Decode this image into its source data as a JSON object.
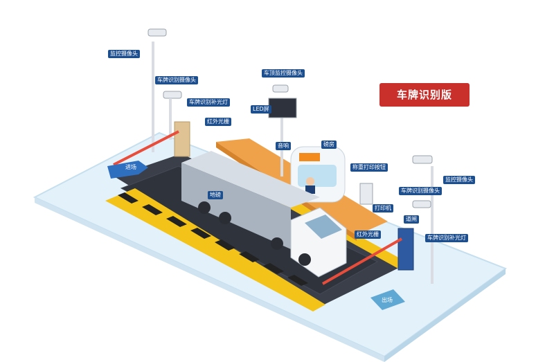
{
  "title": "车牌识别版",
  "labels": {
    "monitor_cam_left": "监控摄像头",
    "plate_cam_left": "车牌识别摄像头",
    "plate_light_left": "车牌识别补光灯",
    "ir_grating_left": "红外光栅",
    "roof_cam": "车顶监控摄像头",
    "led_screen": "LED屏",
    "speaker": "音响",
    "booth": "磅房",
    "weigh_print_btn": "称重打印按钮",
    "printer": "打印机",
    "monitor_cam_right": "监控摄像头",
    "plate_cam_right": "车牌识别摄像头",
    "barrier_gate": "道闸",
    "plate_light_right": "车牌识别补光灯",
    "ir_grating_right": "红外光栅",
    "weighbridge": "地磅"
  },
  "arrows": {
    "entry": "进场",
    "exit": "出场"
  },
  "colors": {
    "label_bg": "#1d4f8f",
    "badge_bg": "#c9302c",
    "platform": "#e3f1fa",
    "road": "#3a3f4a",
    "booth_orange": "#f0a24a"
  }
}
